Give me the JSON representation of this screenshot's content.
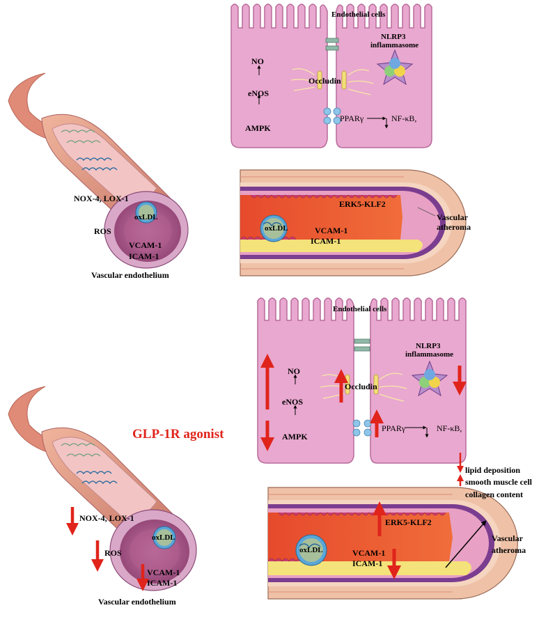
{
  "panels": {
    "top": {
      "cell": {
        "title": "Endothelial cells",
        "no": "NO",
        "enos": "eNOS",
        "ampk": "AMPK",
        "occludin": "Occludin",
        "nlrp3_line1": "NLRP3",
        "nlrp3_line2": "inflammasome",
        "ppar": "PPARγ",
        "nfkb": "NF-κB,"
      },
      "atheroma": {
        "erk5": "ERK5-KLF2",
        "oxldl": "oxLDL",
        "vcam": "VCAM-1",
        "icam": "ICAM-1",
        "vascular_line1": "Vascular",
        "vascular_line2": "atheroma"
      },
      "vessel": {
        "nox": "NOX-4, LOX-1",
        "ros": "ROS",
        "oxldl": "oxLDL",
        "vcam": "VCAM-1",
        "icam": "ICAM-1",
        "caption": "Vascular endothelium"
      }
    },
    "bottom": {
      "agonist_title": "GLP-1R agonist",
      "cell": {
        "title": "Endothelial cells",
        "no": "NO",
        "enos": "eNOS",
        "ampk": "AMPK",
        "occludin": "Occludin",
        "nlrp3_line1": "NLRP3",
        "nlrp3_line2": "inflammasome",
        "ppar": "PPARγ",
        "nfkb": "NF-κB,"
      },
      "effects": {
        "lipid": "lipid deposition",
        "smooth": "smooth muscle cell",
        "collagen": "collagen content"
      },
      "atheroma": {
        "erk5": "ERK5-KLF2",
        "oxldl": "oxLDL",
        "vcam": "VCAM-1",
        "icam": "ICAM-1",
        "vascular_line1": "Vascular",
        "vascular_line2": "atheroma"
      },
      "vessel": {
        "nox": "NOX-4, LOX-1",
        "ros": "ROS",
        "oxldl": "oxLDL",
        "vcam": "VCAM-1",
        "icam": "ICAM-1",
        "caption": "Vascular endothelium"
      }
    }
  },
  "colors": {
    "cell_fill": "#e9a8cf",
    "cell_stroke": "#b76a9a",
    "arrow_red": "#e0241b",
    "lumen_red": "#e8382a",
    "vessel_outer": "#e0987a",
    "purple_layer": "#7a3d8f",
    "yellow_layer": "#f4e27a",
    "oxldl_blue": "#5aa6d8"
  }
}
